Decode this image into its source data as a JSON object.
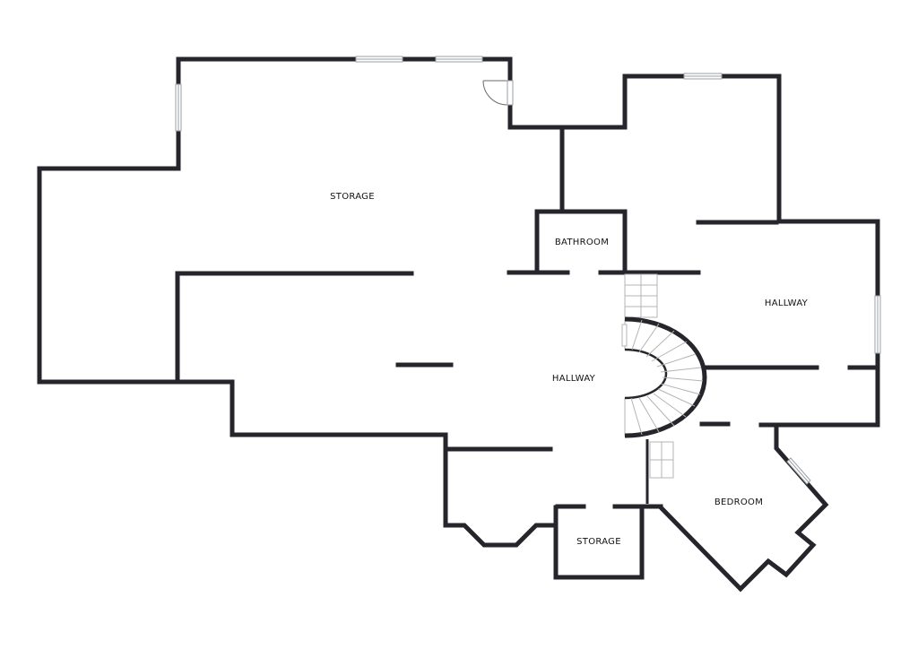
{
  "rooms": [
    {
      "label": "STORAGE"
    },
    {
      "label": "BATHROOM"
    },
    {
      "label": "HALLWAY"
    },
    {
      "label": "HALLWAY"
    },
    {
      "label": "BEDROOM"
    },
    {
      "label": "STORAGE"
    }
  ]
}
